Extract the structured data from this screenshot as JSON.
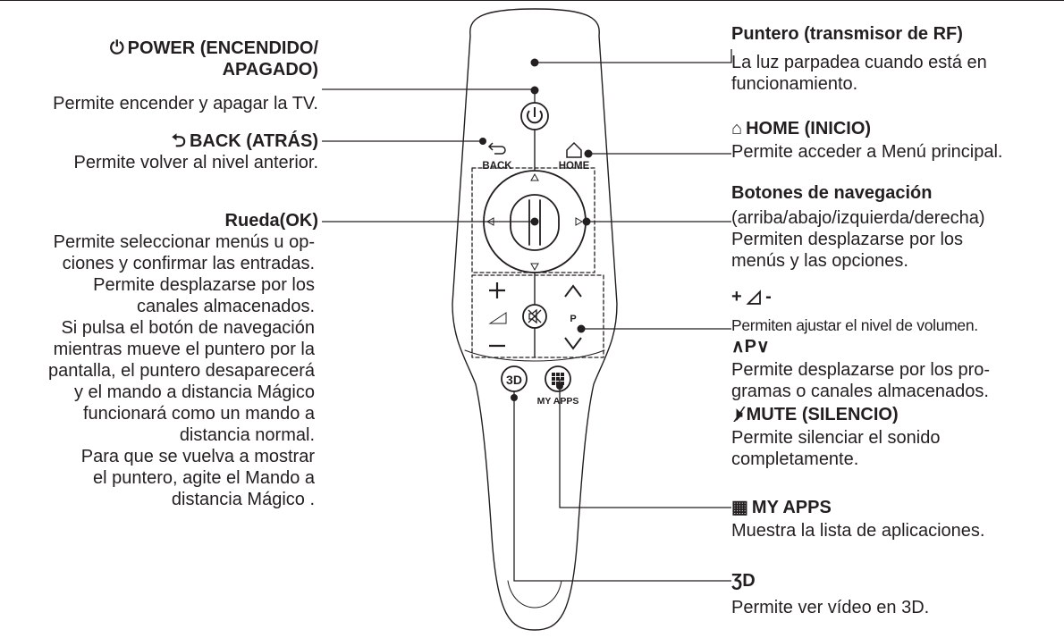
{
  "remote": {
    "back_label": "BACK",
    "home_label": "HOME",
    "p_label": "P",
    "myapps_label": "MY APPS"
  },
  "left": {
    "power": {
      "icon": "power-icon",
      "title": "POWER (ENCENDIDO/\nAPAGADO)",
      "desc": "Permite encender y apagar la TV."
    },
    "back": {
      "icon": "back-arrow-icon",
      "title": "BACK (ATRÁS)",
      "desc": "Permite volver al nivel anterior."
    },
    "wheel": {
      "title": "Rueda(OK)",
      "desc": "Permite seleccionar menús u op-\nciones y confirmar las entradas.\nPermite desplazarse por los\ncanales almacenados.\nSi pulsa el botón de navegación\nmientras mueve el puntero por la\npantalla, el puntero desaparecerá\ny el mando a distancia Mágico\nfuncionará como un mando a\ndistancia normal.\nPara que se vuelva a mostrar\nel puntero, agite el Mando a\ndistancia Mágico ."
    }
  },
  "right": {
    "pointer": {
      "title": "Puntero (transmisor de RF)",
      "desc": "La luz parpadea cuando está en\nfuncionamiento."
    },
    "home": {
      "icon": "home-icon",
      "title": "HOME (INICIO)",
      "desc": "Permite acceder a Menú principal."
    },
    "nav": {
      "title": "Botones de navegación",
      "desc": "(arriba/abajo/izquierda/derecha)\nPermiten desplazarse por los\nmenús y las opciones."
    },
    "volume": {
      "title": "+ ◿ -",
      "desc": "Permiten ajustar el nivel de volumen."
    },
    "program": {
      "title": "∧P∨",
      "desc": "Permite desplazarse por los pro-\ngramas o canales almacenados."
    },
    "mute": {
      "icon": "mute-icon",
      "title": "MUTE (SILENCIO)",
      "desc": "Permite silenciar el sonido\ncompletamente."
    },
    "myapps": {
      "icon": "grid-icon",
      "title": "MY APPS",
      "desc": "Muestra la lista de aplicaciones."
    },
    "threed": {
      "icon": "3d-icon",
      "desc": "Permite ver vídeo en 3D."
    }
  }
}
